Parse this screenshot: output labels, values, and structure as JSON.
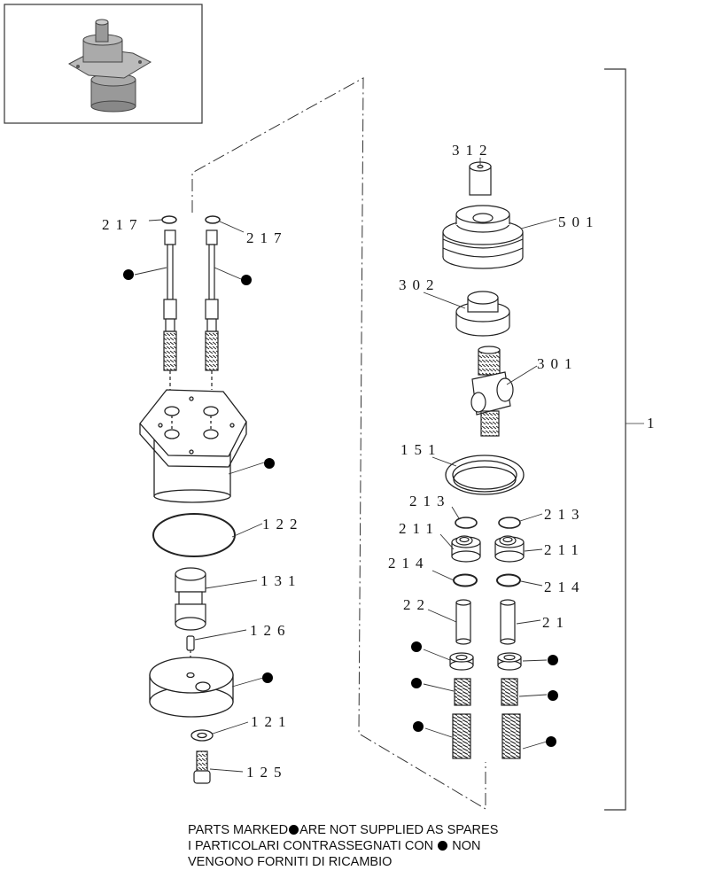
{
  "labels": {
    "l217a": "217",
    "l217b": "217",
    "l122": "122",
    "l131": "131",
    "l126": "126",
    "l121": "121",
    "l125": "125",
    "l312": "312",
    "l501": "501",
    "l302": "302",
    "l301": "301",
    "l151": "151",
    "l213a": "213",
    "l213b": "213",
    "l211a": "211",
    "l211b": "211",
    "l214a": "214",
    "l214b": "214",
    "l22": "22",
    "l21": "21",
    "l1": "1"
  },
  "footer": {
    "line1_a": "PARTS MARKED",
    "line1_b": "ARE NOT SUPPLIED AS SPARES",
    "line2_a": "I PARTICOLARI CONTRASSEGNATI CON",
    "line2_b": "NON",
    "line3": "VENGONO FORNITI DI RICAMBIO"
  }
}
